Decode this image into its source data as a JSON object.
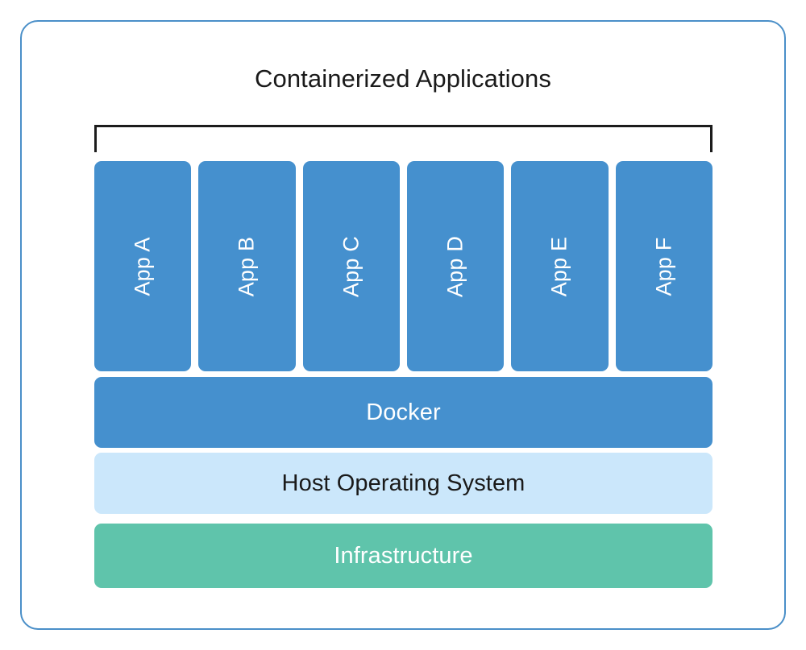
{
  "diagram": {
    "title": "Containerized Applications",
    "frame": {
      "border_color": "#4a8fc8",
      "background": "#ffffff"
    },
    "bracket": {
      "name": "containerized-applications-bracket",
      "color": "#1c1c1c",
      "spans_label": "Containerized Applications"
    },
    "apps": {
      "group_label": "Containerized Applications",
      "box_color": "#4590ce",
      "text_color": "#ffffff",
      "items": [
        {
          "label": "App A"
        },
        {
          "label": "App B"
        },
        {
          "label": "App C"
        },
        {
          "label": "App D"
        },
        {
          "label": "App E"
        },
        {
          "label": "App F"
        }
      ]
    },
    "layers": [
      {
        "id": "docker",
        "label": "Docker",
        "background": "#4590ce",
        "text_color": "#ffffff"
      },
      {
        "id": "host-operating-system",
        "label": "Host Operating System",
        "background": "#cbe7fb",
        "text_color": "#1a1a1a"
      },
      {
        "id": "infrastructure",
        "label": "Infrastructure",
        "background": "#5fc4ab",
        "text_color": "#ffffff"
      }
    ]
  }
}
